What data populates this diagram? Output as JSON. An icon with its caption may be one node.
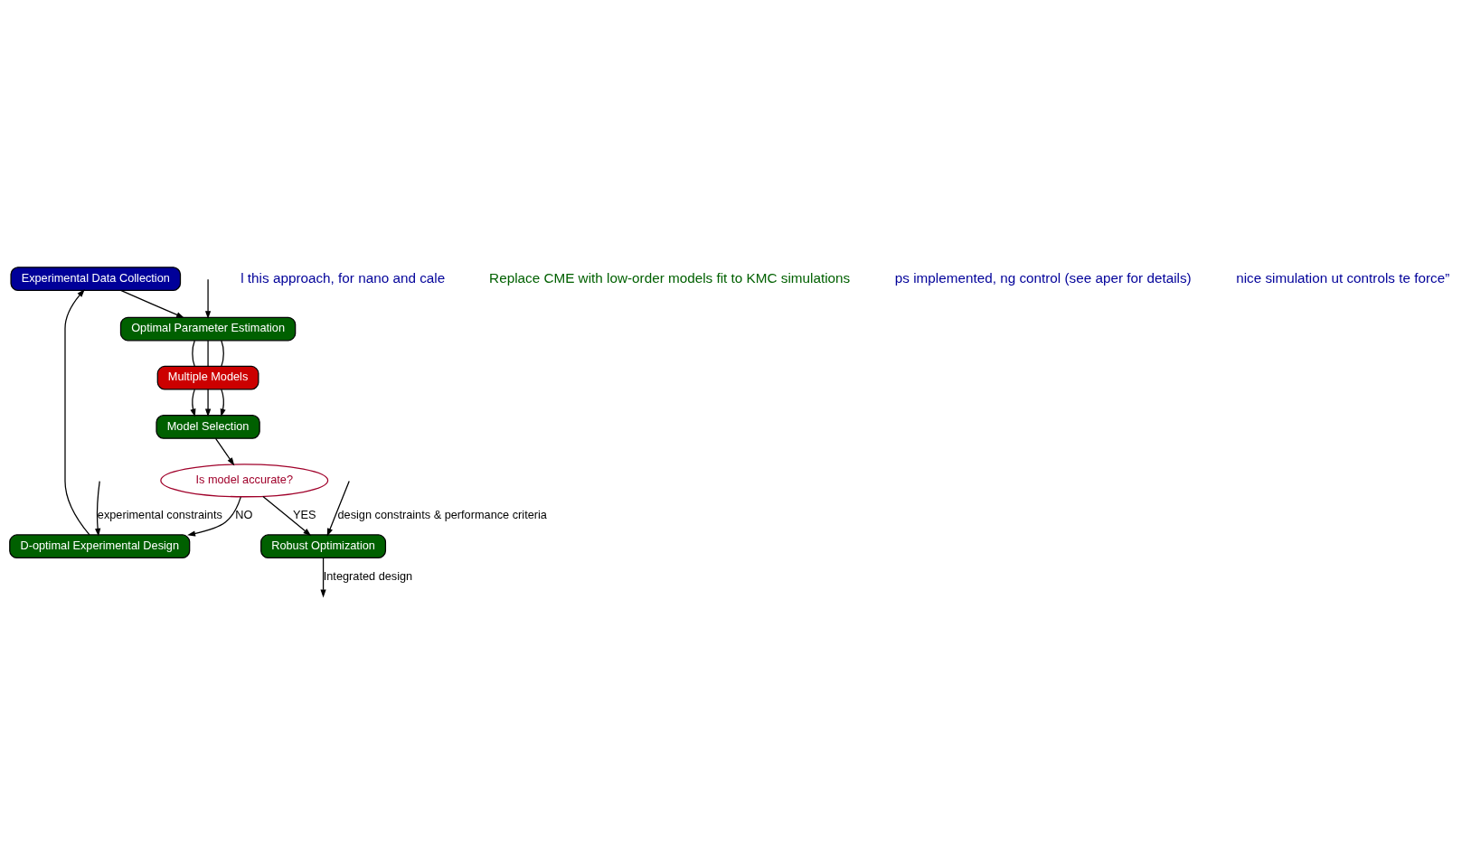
{
  "diagram": {
    "nodes": [
      {
        "text": [
          "Experimental Data Collection"
        ]
      },
      {
        "text": [
          "Optimal Parameter Estimation"
        ]
      },
      {
        "text": [
          "Multiple Models"
        ]
      },
      {
        "text": [
          "D-optimal Experimental Design"
        ]
      },
      {
        "text": [
          "Model Selection"
        ]
      },
      {
        "text": [
          "Is model accurate?"
        ]
      },
      {
        "text": [
          "Robust Optimization"
        ]
      }
    ],
    "edges": [
      {
        "from": null,
        "to": 1,
        "arrow": "to"
      },
      {
        "from": 0,
        "to": 1,
        "arrow": "to"
      },
      {
        "from": 3,
        "to": 0,
        "arrow": "to"
      },
      {
        "from": null,
        "to": 3,
        "arrow": "to",
        "label": "experimental constraints"
      },
      {
        "from": 1,
        "to": 2,
        "arrow": "none"
      },
      {
        "from": 1,
        "to": 2,
        "arrow": "none"
      },
      {
        "from": 1,
        "to": 2,
        "arrow": "none"
      },
      {
        "from": 2,
        "to": 4,
        "arrow": "to"
      },
      {
        "from": 2,
        "to": 4,
        "arrow": "to"
      },
      {
        "from": 2,
        "to": 4,
        "arrow": "to"
      },
      {
        "from": 4,
        "to": 5,
        "arrow": "to"
      },
      {
        "from": 5,
        "to": 3,
        "arrow": "to",
        "label": "NO"
      },
      {
        "from": 5,
        "to": 6,
        "arrow": "to",
        "label": "YES"
      },
      {
        "from": null,
        "to": 6,
        "arrow": "to",
        "label": "design constraints & performance criteria"
      },
      {
        "from": 6,
        "to": null,
        "arrow": "to",
        "label": "Integrated design"
      }
    ],
    "labels": [
      "l this approach, for nano and cale",
      "Replace CME with low-order models fit to KMC simulations",
      "ps implemented, ng control (see aper for details)",
      "nice simulation ut controls te force”"
    ]
  }
}
